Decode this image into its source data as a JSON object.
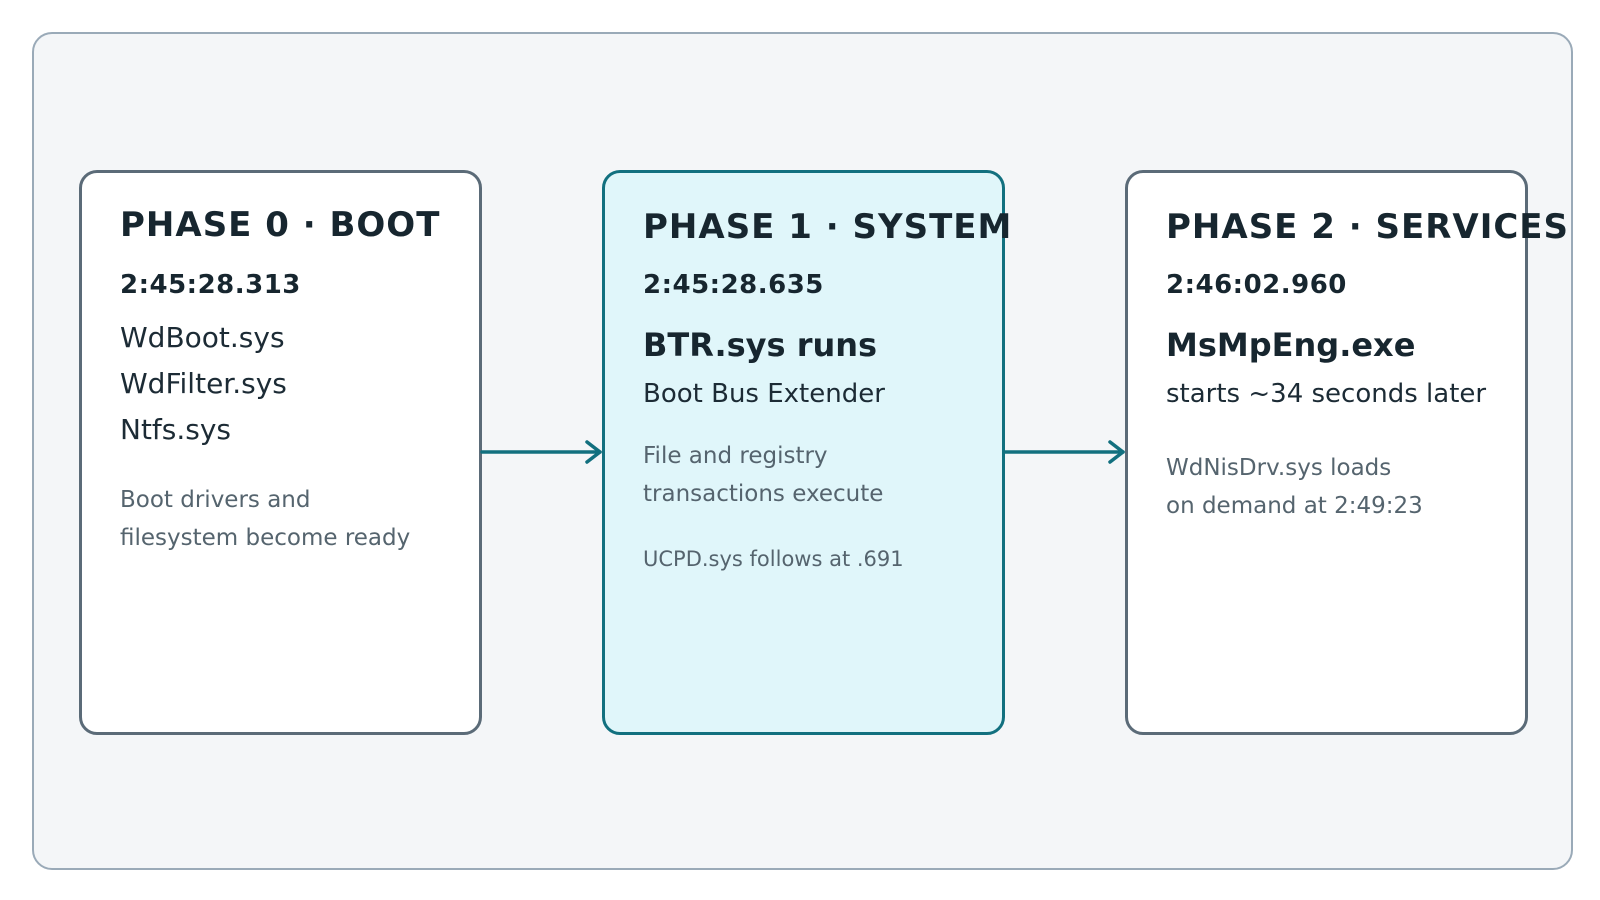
{
  "phases": [
    {
      "title": "PHASE 0 · BOOT",
      "time": "2:45:28.313",
      "items": [
        "WdBoot.sys",
        "WdFilter.sys",
        "Ntfs.sys"
      ],
      "note_lines": [
        "Boot drivers and",
        "filesystem become ready"
      ]
    },
    {
      "title": "PHASE 1 · SYSTEM",
      "time": "2:45:28.635",
      "headline": "BTR.sys runs",
      "subtitle": "Boot Bus Extender",
      "note_lines": [
        "File and registry",
        "transactions execute"
      ],
      "extra": "UCPD.sys follows at .691"
    },
    {
      "title": "PHASE 2 · SERVICES",
      "time": "2:46:02.960",
      "headline": "MsMpEng.exe",
      "subtitle": "starts ~34 seconds later",
      "note_lines": [
        "WdNisDrv.sys loads",
        "on demand at 2:49:23"
      ]
    }
  ],
  "colors": {
    "accent": "#12707f",
    "card_border": "#5b6b78",
    "highlight_fill": "#e0f6fa",
    "frame_fill": "#f4f6f8",
    "frame_border": "#9aaab8",
    "title_text": "#17262f",
    "muted_text": "#55646e"
  }
}
